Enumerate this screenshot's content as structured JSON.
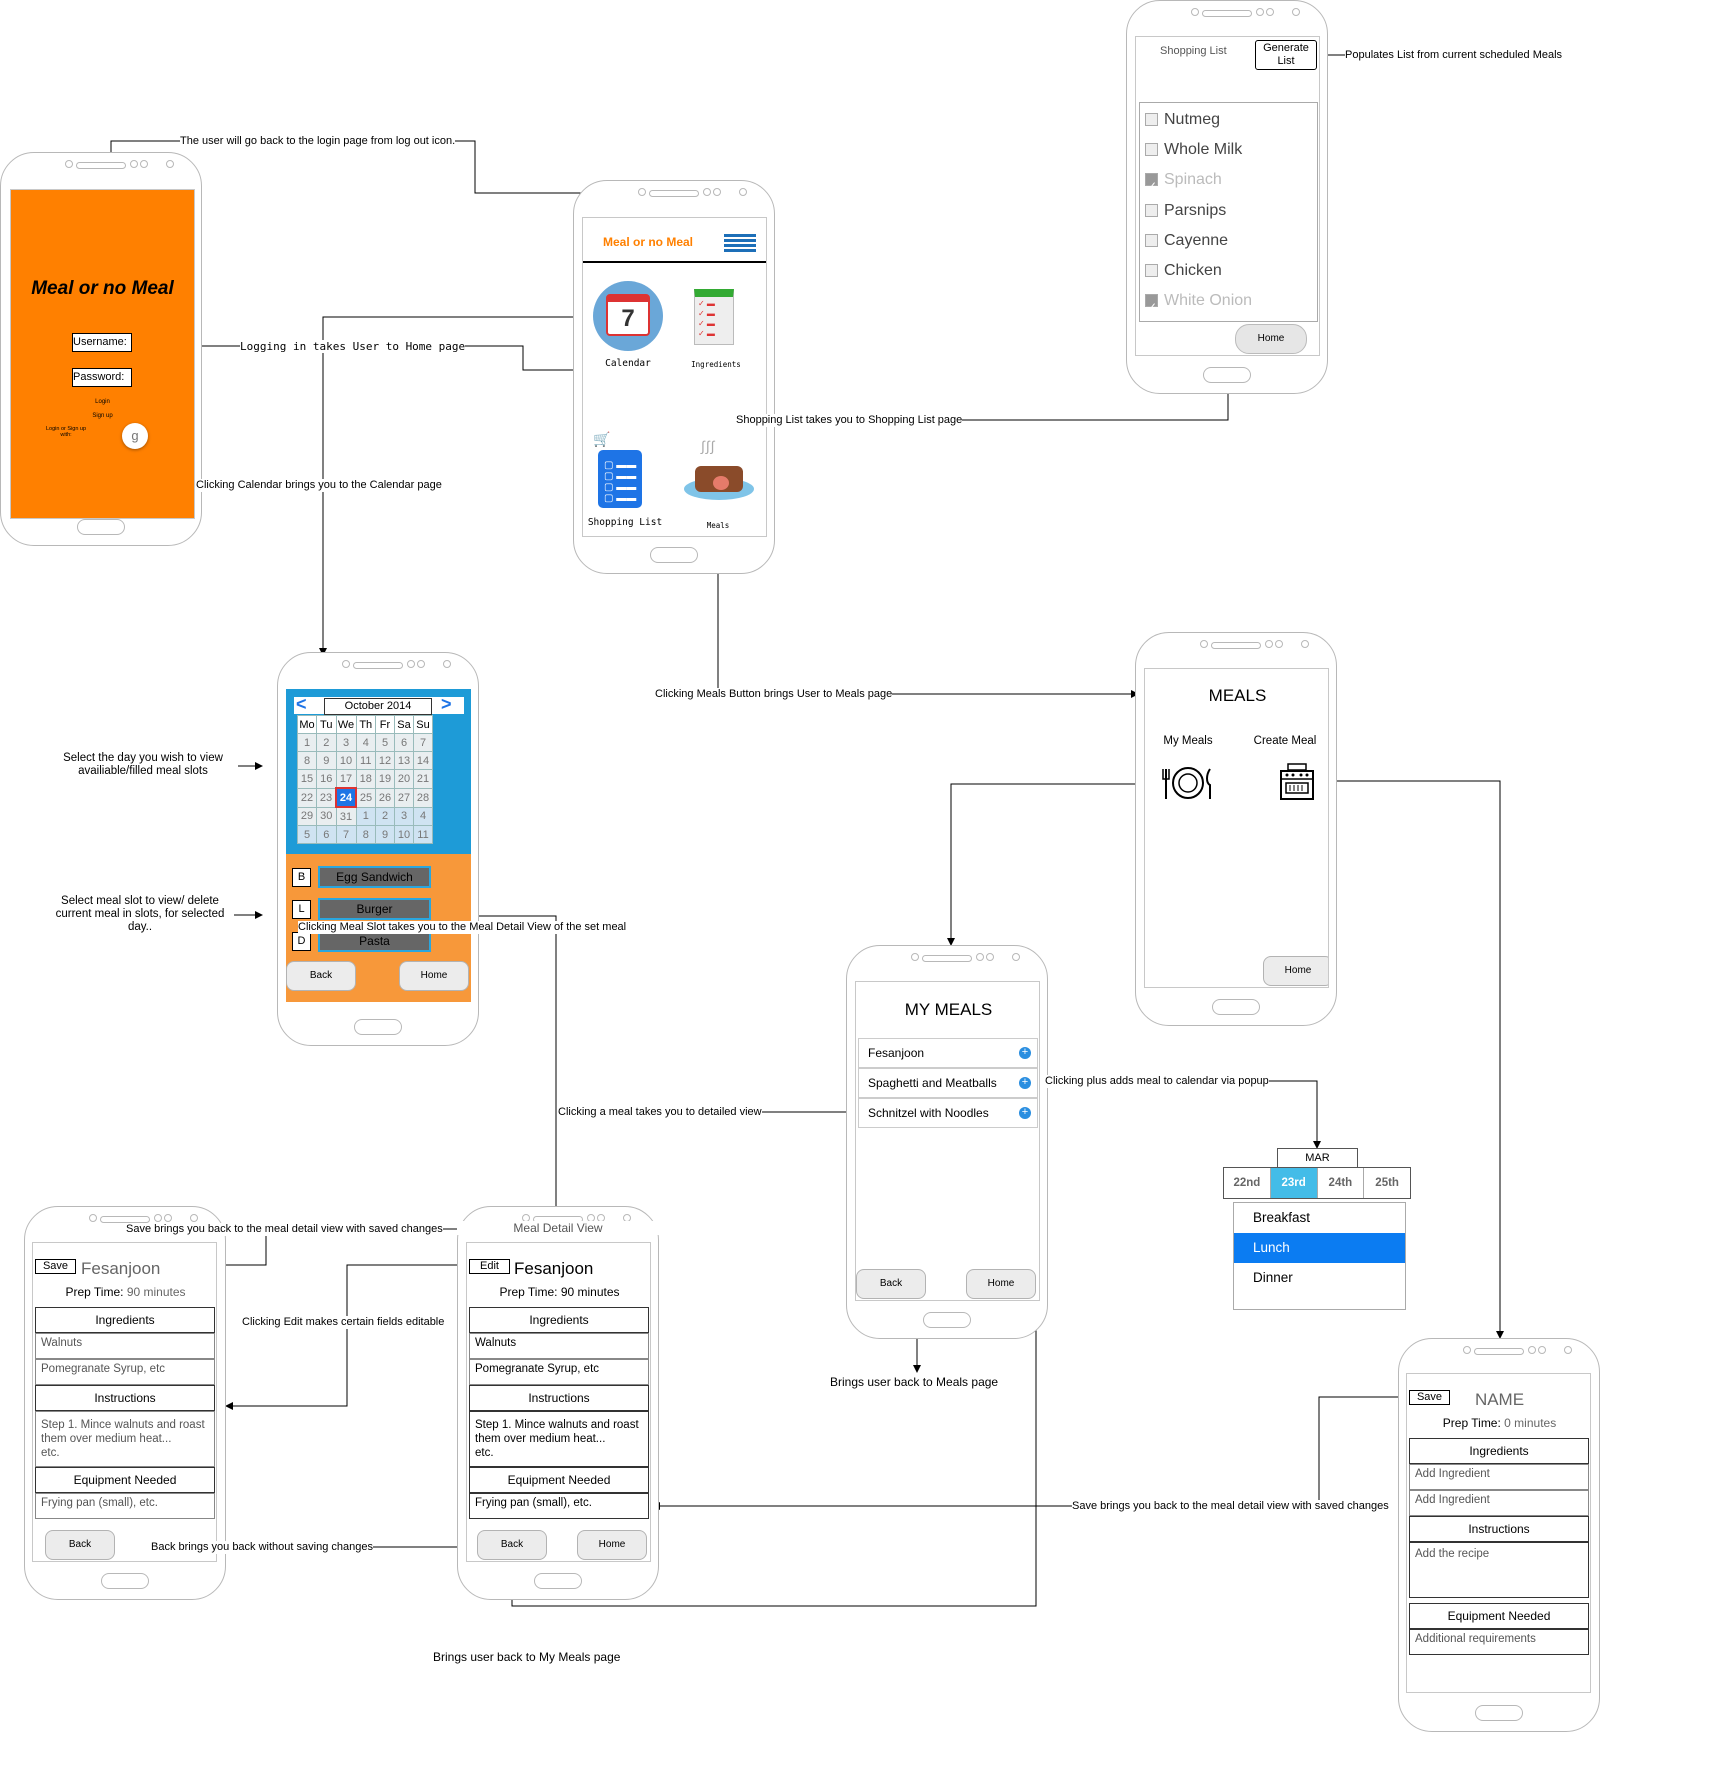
{
  "login": {
    "title": "Meal or no Meal",
    "username": "Username:",
    "password": "Password:",
    "login": "Login",
    "signup": "Sign up",
    "login_with": "Login or Sign up with:",
    "google": "g"
  },
  "home": {
    "title": "Meal or no Meal",
    "calendar": "Calendar",
    "calendar_day": "7",
    "ingredients": "Ingredients",
    "shopping": "Shopping List",
    "meals": "Meals"
  },
  "shopping": {
    "title": "Shopping List",
    "generate": "Generate List",
    "items": [
      {
        "name": "Nutmeg",
        "checked": false
      },
      {
        "name": "Whole Milk",
        "checked": false
      },
      {
        "name": "Spinach",
        "checked": true
      },
      {
        "name": "Parsnips",
        "checked": false
      },
      {
        "name": "Cayenne",
        "checked": false
      },
      {
        "name": "Chicken",
        "checked": false
      },
      {
        "name": "White Onion",
        "checked": true
      }
    ],
    "home": "Home"
  },
  "calendar": {
    "prev": "<",
    "next": ">",
    "month": "October 2014",
    "days": [
      "Mo",
      "Tu",
      "We",
      "Th",
      "Fr",
      "Sa",
      "Su"
    ],
    "weeks": [
      [
        "1",
        "2",
        "3",
        "4",
        "5",
        "6",
        "7"
      ],
      [
        "8",
        "9",
        "10",
        "11",
        "12",
        "13",
        "14"
      ],
      [
        "15",
        "16",
        "17",
        "18",
        "19",
        "20",
        "21"
      ],
      [
        "22",
        "23",
        "24",
        "25",
        "26",
        "27",
        "28"
      ],
      [
        "29",
        "30",
        "31",
        "1",
        "2",
        "3",
        "4"
      ],
      [
        "5",
        "6",
        "7",
        "8",
        "9",
        "10",
        "11"
      ]
    ],
    "selected": "24",
    "slots": [
      {
        "key": "B",
        "meal": "Egg Sandwich"
      },
      {
        "key": "L",
        "meal": "Burger"
      },
      {
        "key": "D",
        "meal": "Pasta"
      }
    ],
    "back": "Back",
    "home": "Home"
  },
  "meals": {
    "title": "MEALS",
    "my_meals": "My Meals",
    "create_meal": "Create Meal",
    "home": "Home"
  },
  "my_meals": {
    "title": "MY MEALS",
    "items": [
      "Fesanjoon",
      "Spaghetti and Meatballs",
      "Schnitzel with Noodles"
    ],
    "back": "Back",
    "home": "Home"
  },
  "popup": {
    "month": "MAR",
    "dates": [
      "22nd",
      "23rd",
      "24th",
      "25th"
    ],
    "selected_date": "23rd",
    "options": [
      "Breakfast",
      "Lunch",
      "Dinner"
    ],
    "selected_option": "Lunch"
  },
  "detail": {
    "header": "Meal Detail View",
    "edit": "Edit",
    "name": "Fesanjoon",
    "prep_label": "Prep Time:",
    "prep_value": "90 minutes",
    "ingredients": "Ingredients",
    "ingredient_items": [
      "Walnuts",
      "Pomegranate Syrup, etc"
    ],
    "instructions": "Instructions",
    "instruction_text": [
      "Step 1. Mince walnuts and roast",
      "them over medium heat...",
      "etc."
    ],
    "equipment": "Equipment Needed",
    "equipment_text": "Frying pan (small), etc.",
    "back": "Back",
    "home": "Home"
  },
  "edit": {
    "save": "Save",
    "name": "Fesanjoon",
    "prep_label": "Prep Time:",
    "prep_value": "90 minutes",
    "ingredients": "Ingredients",
    "ingredient_items": [
      "Walnuts",
      "Pomegranate Syrup, etc"
    ],
    "instructions": "Instructions",
    "instruction_text": [
      "Step 1. Mince walnuts and roast",
      "them over medium heat...",
      "etc."
    ],
    "equipment": "Equipment Needed",
    "equipment_text": "Frying pan (small), etc.",
    "back": "Back"
  },
  "create": {
    "save": "Save",
    "name": "NAME",
    "prep_label": "Prep Time:",
    "prep_value": "0 minutes",
    "ingredients": "Ingredients",
    "ingredient_items": [
      "Add Ingredient",
      "Add Ingredient"
    ],
    "instructions": "Instructions",
    "instruction_text": "Add the recipe",
    "equipment": "Equipment Needed",
    "equipment_text": "Additional requirements"
  },
  "annotations": {
    "logout": "The user will go back to the login page from log out  icon.",
    "login_home": "Logging in takes User to Home page",
    "calendar": "Clicking Calendar brings you to the Calendar page",
    "shopping": "Shopping List takes you to  Shopping List page",
    "generate": "Populates List from current scheduled Meals",
    "meals": "Clicking Meals Button brings User to Meals page",
    "select_day": "Select the day you wish to view availiable/filled meal slots",
    "select_slot": "Select meal slot to view/ delete current meal in slots, for selected day..",
    "meal_slot": "Clicking Meal Slot takes you to the Meal Detail View of the set meal",
    "meal_click": "Clicking a meal takes you to detailed view",
    "plus": "Clicking plus adds meal to calendar via popup",
    "back_meals": "Brings user back to Meals page",
    "save_top": "Save brings you back to the meal detail view with saved changes",
    "edit": "Clicking Edit makes certain fields editable",
    "back_nosave": "Back brings you back without saving changes",
    "save_create": "Save brings you back to the meal detail view with saved changes",
    "back_mymeals": "Brings user back to My Meals page"
  }
}
